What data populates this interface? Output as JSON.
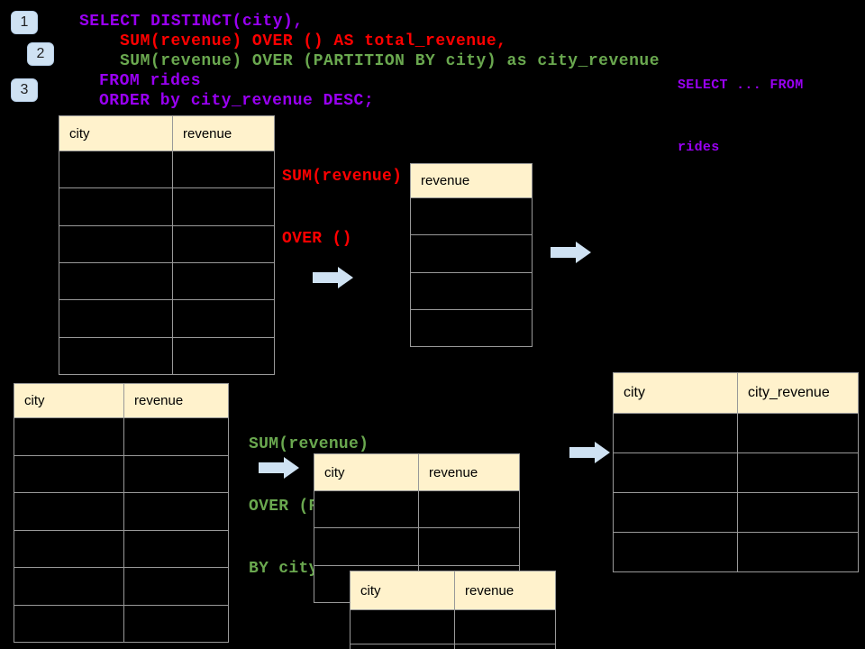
{
  "colors": {
    "background": "#000000",
    "purple": "#9900f2",
    "red": "#ff0000",
    "green": "#6aa84f",
    "header_fill": "#fff2cc",
    "arrow_fill": "#cfe2f3",
    "badge_fill": "#cfe2f3",
    "table_border": "#999999"
  },
  "badges": [
    {
      "label": "1"
    },
    {
      "label": "2"
    },
    {
      "label": "3"
    }
  ],
  "sql": {
    "lines": [
      {
        "text": "SELECT DISTINCT(city),",
        "color": "purple"
      },
      {
        "text": "SUM(revenue) OVER () AS total_revenue,",
        "color": "red"
      },
      {
        "text": "SUM(revenue) OVER (PARTITION BY city) as city_revenue",
        "color": "green"
      },
      {
        "text": "FROM rides",
        "color": "purple"
      },
      {
        "text": "ORDER by city_revenue DESC;",
        "color": "purple"
      }
    ]
  },
  "side_note": {
    "line1": "SELECT ... FROM",
    "line2": "rides"
  },
  "label_total": {
    "line1": "SUM(revenue)",
    "line2": "OVER ()"
  },
  "label_partition": {
    "line1": "SUM(revenue)",
    "line2": "OVER (PARTITION",
    "line3": "BY city)"
  },
  "tables": {
    "source_top": {
      "headers": [
        "city",
        "revenue"
      ],
      "rows": 6
    },
    "revenue_only": {
      "headers": [
        "revenue"
      ],
      "rows": 4
    },
    "source_bottom": {
      "headers": [
        "city",
        "revenue"
      ],
      "rows": 6
    },
    "partition_mid": {
      "headers": [
        "city",
        "revenue"
      ],
      "rows": 3
    },
    "partition_front": {
      "headers": [
        "city",
        "revenue"
      ],
      "rows": 2
    },
    "city_revenue": {
      "headers": [
        "city",
        "city_revenue"
      ],
      "rows": 4
    }
  }
}
